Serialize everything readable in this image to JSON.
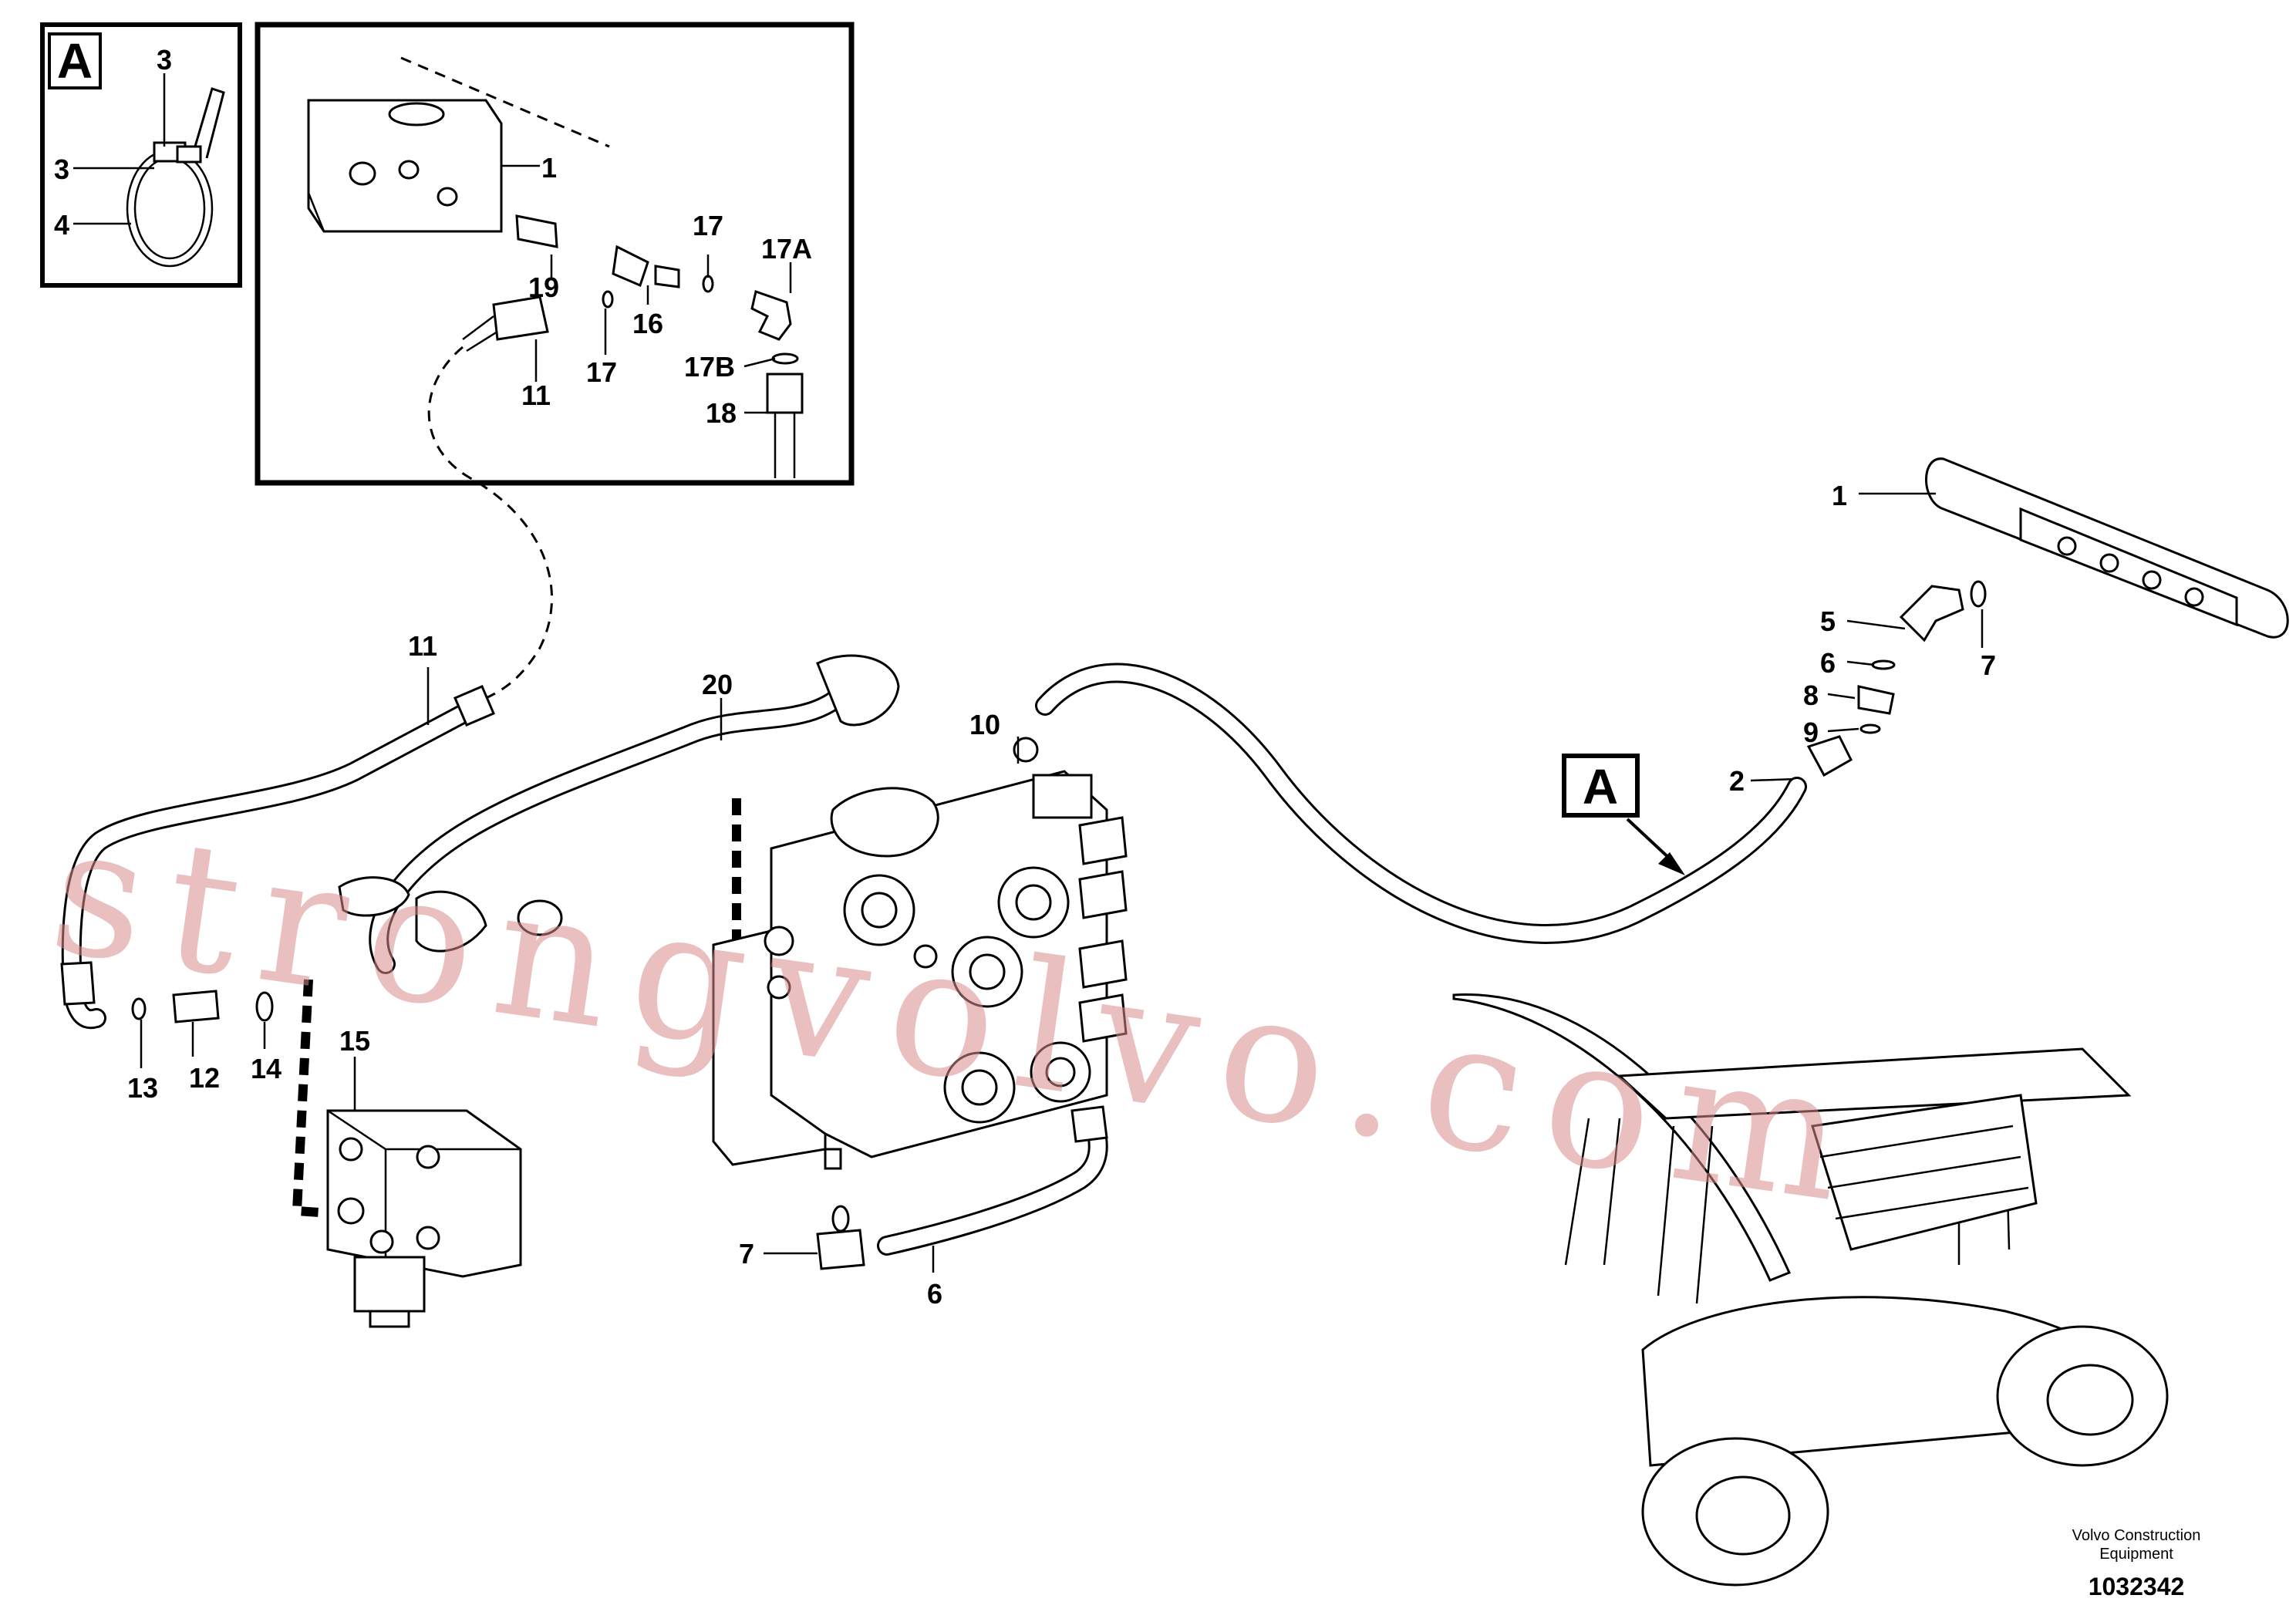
{
  "detail_box": {
    "letter": "A",
    "labels": [
      "3",
      "3",
      "4"
    ]
  },
  "inset_labels": [
    "1",
    "19",
    "16",
    "17",
    "17A",
    "17",
    "17B",
    "11",
    "18"
  ],
  "main_labels": [
    "1",
    "5",
    "6",
    "7",
    "8",
    "9",
    "2",
    "A",
    "10",
    "11",
    "20",
    "13",
    "12",
    "14",
    "15",
    "7",
    "6"
  ],
  "watermark": "strongvolvo.com",
  "footer": {
    "company_line1": "Volvo Construction",
    "company_line2": "Equipment",
    "drawing_number": "1032342"
  }
}
